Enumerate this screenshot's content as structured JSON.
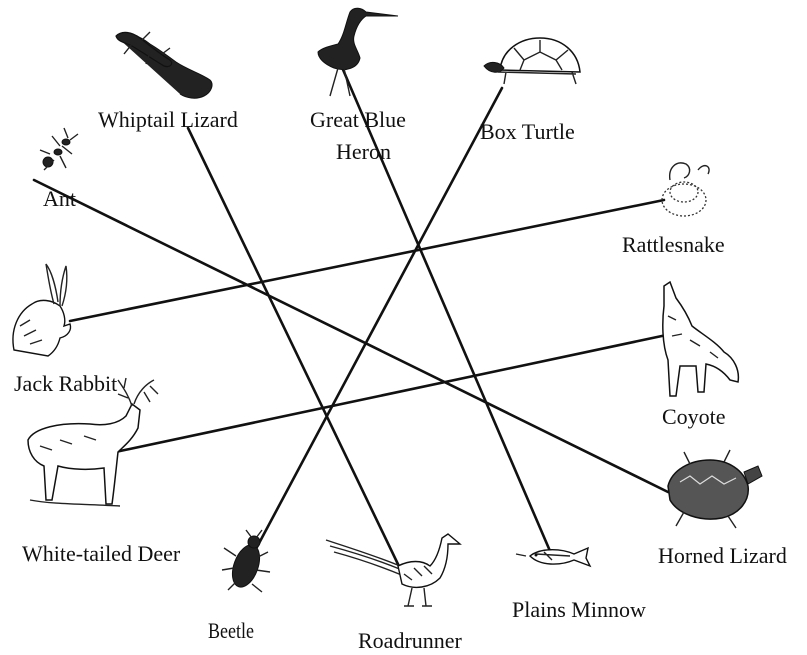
{
  "organisms": [
    {
      "id": "whiptail-lizard",
      "label": "Whiptail Lizard",
      "icon": "lizard-icon"
    },
    {
      "id": "great-blue-heron",
      "label_lines": [
        "Great Blue",
        "Heron"
      ],
      "icon": "heron-icon"
    },
    {
      "id": "box-turtle",
      "label": "Box Turtle",
      "icon": "turtle-icon"
    },
    {
      "id": "ant",
      "label": "Ant",
      "icon": "ant-icon"
    },
    {
      "id": "rattlesnake",
      "label": "Rattlesnake",
      "icon": "snake-icon"
    },
    {
      "id": "jack-rabbit",
      "label": "Jack Rabbit",
      "icon": "rabbit-icon"
    },
    {
      "id": "coyote",
      "label": "Coyote",
      "icon": "coyote-icon"
    },
    {
      "id": "white-tailed-deer",
      "label": "White-tailed Deer",
      "icon": "deer-icon"
    },
    {
      "id": "horned-lizard",
      "label": "Horned Lizard",
      "icon": "horned-lizard-icon"
    },
    {
      "id": "beetle",
      "label": "Beetle",
      "icon": "beetle-icon"
    },
    {
      "id": "roadrunner",
      "label": "Roadrunner",
      "icon": "roadrunner-icon"
    },
    {
      "id": "plains-minnow",
      "label": "Plains Minnow",
      "icon": "minnow-icon"
    }
  ],
  "links": [
    {
      "from": "whiptail-lizard",
      "to": "roadrunner"
    },
    {
      "from": "great-blue-heron",
      "to": "plains-minnow"
    },
    {
      "from": "box-turtle",
      "to": "beetle"
    },
    {
      "from": "ant",
      "to": "horned-lizard"
    },
    {
      "from": "rattlesnake",
      "to": "jack-rabbit"
    },
    {
      "from": "coyote",
      "to": "white-tailed-deer"
    }
  ]
}
